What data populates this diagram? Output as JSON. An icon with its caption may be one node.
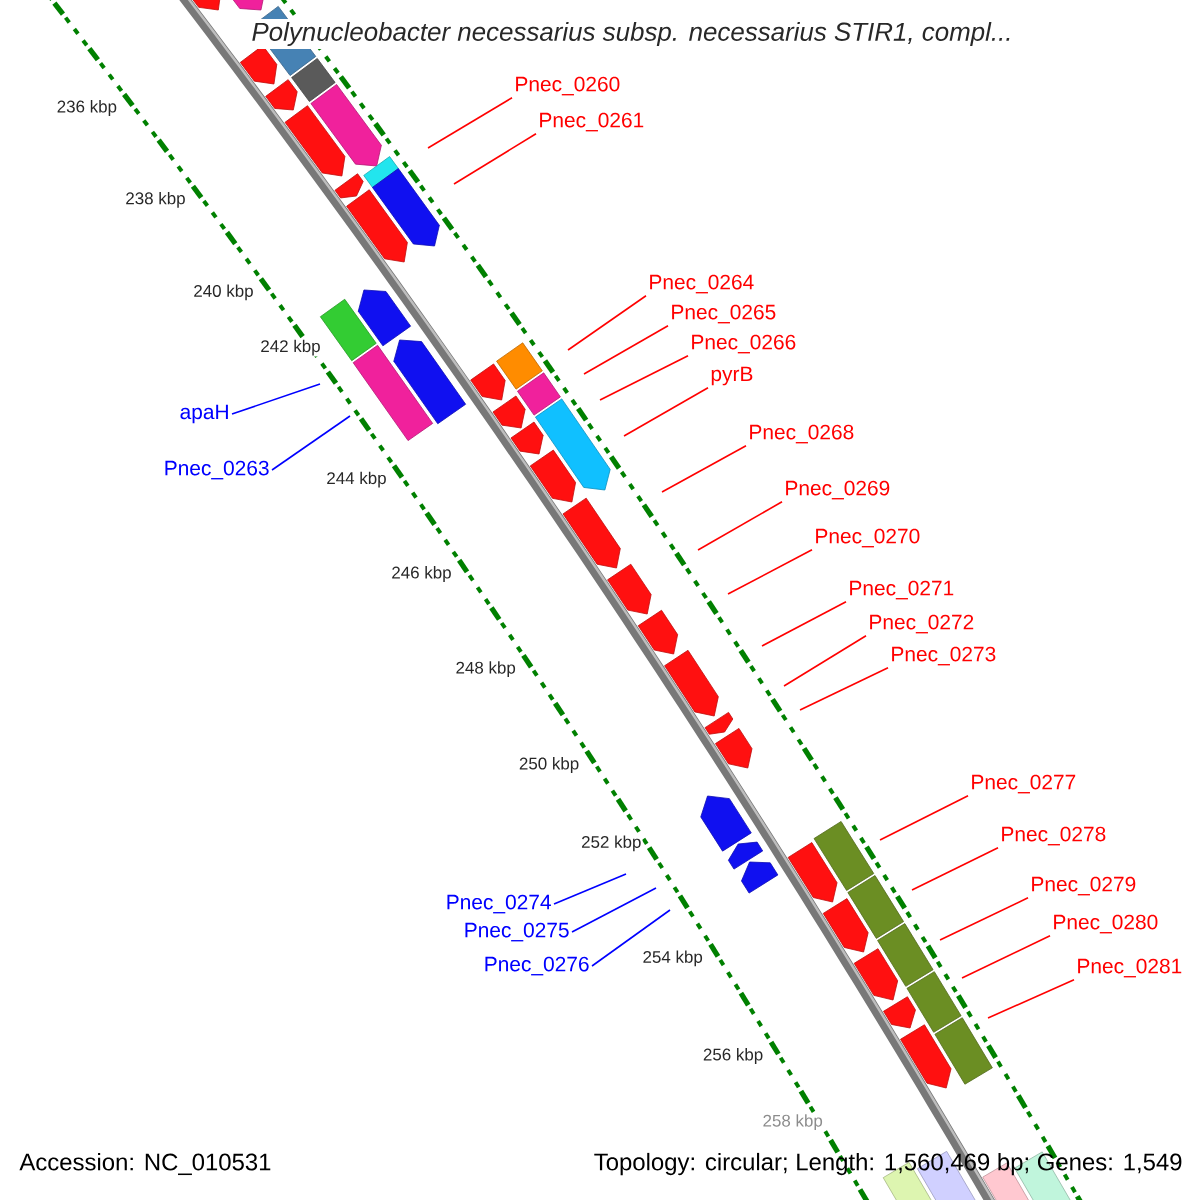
{
  "diagram": {
    "title": "Polynucleobacter necessarius subsp. necessarius STIR1, compl...",
    "nodes": [
      {
        "text": [
          "Pnec_0260"
        ]
      },
      {
        "text": [
          "Pnec_0261"
        ]
      },
      {
        "text": [
          "Pnec_0264"
        ]
      },
      {
        "text": [
          "Pnec_0265"
        ]
      },
      {
        "text": [
          "Pnec_0266"
        ]
      },
      {
        "text": [
          "pyrB"
        ]
      },
      {
        "text": [
          "apaH"
        ]
      },
      {
        "text": [
          "Pnec_0268"
        ]
      },
      {
        "text": [
          "Pnec_0263"
        ]
      },
      {
        "text": [
          "Pnec_0269"
        ]
      },
      {
        "text": [
          "Pnec_0270"
        ]
      },
      {
        "text": [
          "Pnec_0271"
        ]
      },
      {
        "text": [
          "Pnec_0272"
        ]
      },
      {
        "text": [
          "Pnec_0273"
        ]
      },
      {
        "text": [
          "Pnec_0277"
        ]
      },
      {
        "text": [
          "Pnec_0278"
        ]
      },
      {
        "text": [
          "Pnec_0279"
        ]
      },
      {
        "text": [
          "Pnec_0274"
        ]
      },
      {
        "text": [
          "Pnec_0280"
        ]
      },
      {
        "text": [
          "Pnec_0275"
        ]
      },
      {
        "text": [
          "Pnec_0276"
        ]
      },
      {
        "text": [
          "Pnec_0281"
        ]
      }
    ],
    "edges": [
      {
        "from": 0,
        "to": null,
        "arrow": "none"
      },
      {
        "from": 1,
        "to": null,
        "arrow": "none"
      },
      {
        "from": 2,
        "to": null,
        "arrow": "none"
      },
      {
        "from": 3,
        "to": null,
        "arrow": "none"
      },
      {
        "from": 4,
        "to": null,
        "arrow": "none"
      },
      {
        "from": 5,
        "to": null,
        "arrow": "none"
      },
      {
        "from": 6,
        "to": null,
        "arrow": "none",
        "color": "#0000ff"
      },
      {
        "from": 7,
        "to": null,
        "arrow": "none"
      },
      {
        "from": 8,
        "to": null,
        "arrow": "none",
        "color": "#0000ff"
      },
      {
        "from": 9,
        "to": null,
        "arrow": "none"
      },
      {
        "from": 10,
        "to": null,
        "arrow": "none"
      },
      {
        "from": 11,
        "to": null,
        "arrow": "none"
      },
      {
        "from": 12,
        "to": null,
        "arrow": "none"
      },
      {
        "from": 13,
        "to": null,
        "arrow": "none"
      },
      {
        "from": 14,
        "to": null,
        "arrow": "none"
      },
      {
        "from": 15,
        "to": null,
        "arrow": "none"
      },
      {
        "from": 16,
        "to": null,
        "arrow": "none"
      },
      {
        "from": 17,
        "to": null,
        "arrow": "none",
        "color": "#0000ff"
      },
      {
        "from": 18,
        "to": null,
        "arrow": "none"
      },
      {
        "from": 19,
        "to": null,
        "arrow": "none",
        "color": "#0000ff"
      },
      {
        "from": 20,
        "to": null,
        "arrow": "none",
        "color": "#0000ff"
      },
      {
        "from": 21,
        "to": null,
        "arrow": "none"
      }
    ],
    "labels": [
      "236 kbp",
      "238 kbp",
      "240 kbp",
      "242 kbp",
      "244 kbp",
      "246 kbp",
      "248 kbp",
      "250 kbp",
      "252 kbp",
      "254 kbp",
      "256 kbp",
      "258 kbp",
      "Accession: NC_010531",
      "Topology: circular; Length: 1,560,469 bp; Genes: 1,549"
    ]
  }
}
